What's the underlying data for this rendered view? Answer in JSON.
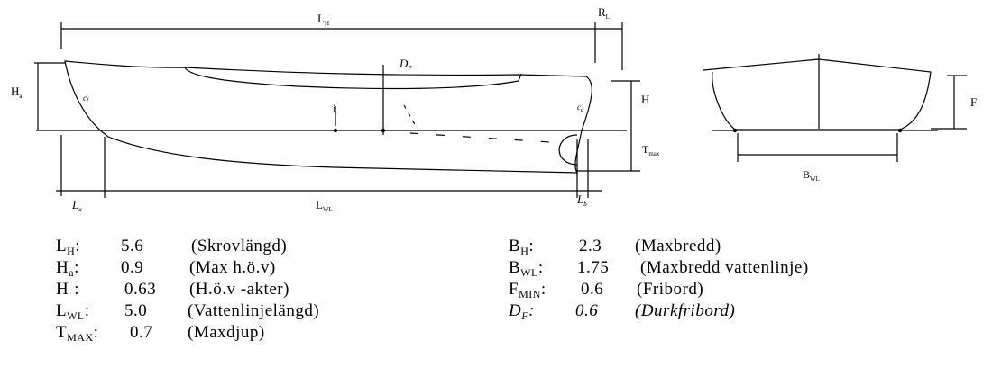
{
  "diagram": {
    "labels": {
      "lh": "L",
      "lh_sub": "H",
      "rl": "R",
      "rl_sub": "L",
      "ha": "H",
      "ha_sub": "a",
      "df": "D",
      "df_sub": "F",
      "h": "H",
      "tmax": "T",
      "tmax_sub": "max",
      "la": "L",
      "la_sub": "a",
      "lwl": "L",
      "lwl_sub": "WL",
      "lb": "L",
      "lb_sub": "b",
      "cf": "c",
      "cf_sub": "f",
      "ca": "c",
      "ca_sub": "a",
      "i": "i",
      "f": "F",
      "bwl": "B",
      "bwl_sub": "WL"
    }
  },
  "specs": {
    "left": [
      {
        "sym": "L",
        "sub": "H",
        "colon": ":",
        "value": "5.6",
        "desc": "(Skrovlängd)"
      },
      {
        "sym": "H",
        "sub": "a",
        "colon": ":",
        "value": "0.9",
        "desc": "(Max h.ö.v)"
      },
      {
        "sym": "H",
        "sub": "",
        "colon": ":",
        "value": "0.63",
        "desc": "(H.ö.v -akter)"
      },
      {
        "sym": "L",
        "sub": "WL",
        "colon": ":",
        "value": "5.0",
        "desc": "(Vattenlinjelängd)"
      },
      {
        "sym": "T",
        "sub": "MAX",
        "colon": ":",
        "value": "0.7",
        "desc": "(Maxdjup)"
      }
    ],
    "right": [
      {
        "sym": "B",
        "sub": "H",
        "colon": ":",
        "value": "2.3",
        "desc": "(Maxbredd)"
      },
      {
        "sym": "B",
        "sub": "WL",
        "colon": ":",
        "value": "1.75",
        "desc": "(Maxbredd vattenlinje)"
      },
      {
        "sym": "F",
        "sub": "MIN",
        "colon": ":",
        "value": "0.6",
        "desc": "(Fribord)"
      },
      {
        "sym": "D",
        "sub": "F",
        "colon": ":",
        "value": "0.6",
        "desc": "(Durkfribord)"
      }
    ]
  }
}
